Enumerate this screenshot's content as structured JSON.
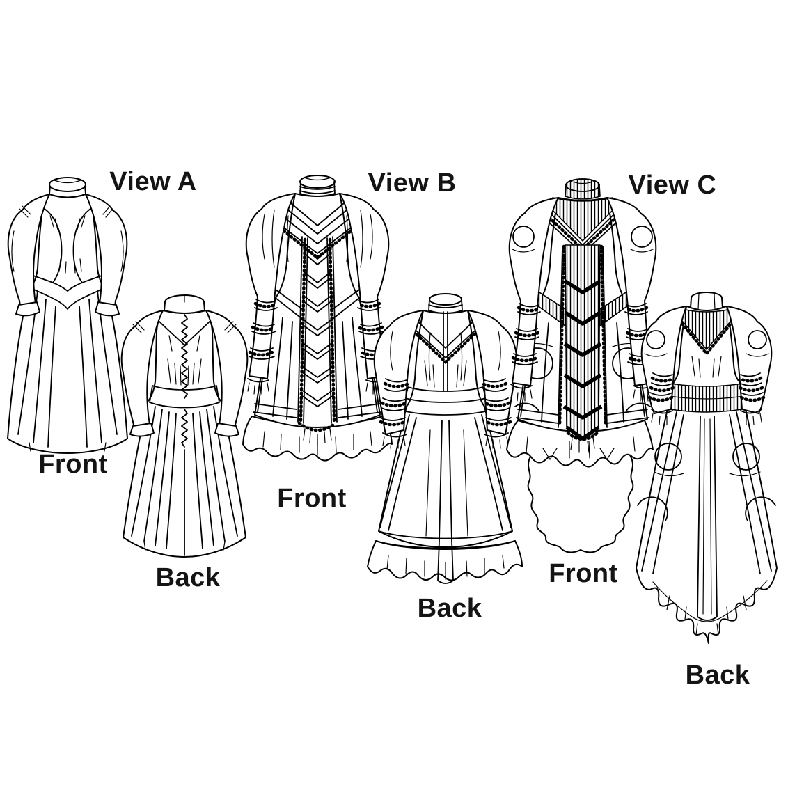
{
  "colors": {
    "background": "#ffffff",
    "ink": "#000000"
  },
  "sheet": {
    "description_label": ""
  },
  "views": [
    {
      "id": "A",
      "title": "View A",
      "front_label": "Front",
      "back_label": "Back"
    },
    {
      "id": "B",
      "title": "View B",
      "front_label": "Front",
      "back_label": "Back"
    },
    {
      "id": "C",
      "title": "View C",
      "front_label": "Front",
      "back_label": "Back"
    }
  ]
}
